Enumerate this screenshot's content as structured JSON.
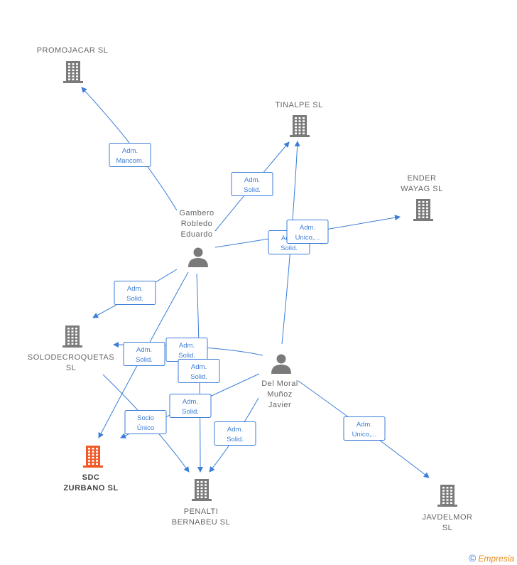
{
  "colors": {
    "edge": "#3b7dd8",
    "company": "#7a7a7a",
    "highlight": "#f05a28",
    "person": "#7a7a7a"
  },
  "nodes": [
    {
      "id": "promojacar",
      "type": "company",
      "label": [
        "PROMOJACAR SL"
      ]
    },
    {
      "id": "tinalpe",
      "type": "company",
      "label": [
        "TINALPE  SL"
      ]
    },
    {
      "id": "ender",
      "type": "company",
      "label": [
        "ENDER",
        "WAYAG  SL"
      ]
    },
    {
      "id": "gambero",
      "type": "person",
      "label": [
        "Gambero",
        "Robledo",
        "Eduardo"
      ]
    },
    {
      "id": "solodecroquetas",
      "type": "company",
      "label": [
        "SOLODECROQUETAS",
        "SL"
      ]
    },
    {
      "id": "delmoral",
      "type": "person",
      "label": [
        "Del Moral",
        "Muñoz",
        "Javier"
      ]
    },
    {
      "id": "sdc",
      "type": "company",
      "highlight": true,
      "label": [
        "SDC",
        "ZURBANO  SL"
      ]
    },
    {
      "id": "penalti",
      "type": "company",
      "label": [
        "PENALTI",
        "BERNABEU  SL"
      ]
    },
    {
      "id": "javdelmor",
      "type": "company",
      "label": [
        "JAVDELMOR",
        "SL"
      ]
    }
  ],
  "edges": [
    {
      "from": "gambero",
      "to": "promojacar",
      "label": [
        "Adm.",
        "Mancom."
      ]
    },
    {
      "from": "gambero",
      "to": "tinalpe",
      "label": [
        "Adm.",
        "Solid."
      ]
    },
    {
      "from": "gambero",
      "to": "ender",
      "label": [
        "Adm.",
        "Solid."
      ]
    },
    {
      "from": "delmoral",
      "to": "tinalpe",
      "label": [
        "Adm.",
        "Unico,..."
      ]
    },
    {
      "from": "gambero",
      "to": "solodecroquetas",
      "label": [
        "Adm.",
        "Solid."
      ]
    },
    {
      "from": "gambero",
      "to": "sdc",
      "label": [
        "Adm.",
        "Solid."
      ]
    },
    {
      "from": "delmoral",
      "to": "solodecroquetas",
      "label": [
        "Adm.",
        "Solid."
      ]
    },
    {
      "from": "gambero",
      "to": "penalti",
      "label": [
        "Adm.",
        "Solid."
      ]
    },
    {
      "from": "delmoral",
      "to": "sdc",
      "label": [
        "Adm.",
        "Solid."
      ]
    },
    {
      "from": "solodecroquetas",
      "to": "penalti",
      "label": [
        "Socio",
        "Único"
      ]
    },
    {
      "from": "delmoral",
      "to": "penalti",
      "label": [
        "Adm.",
        "Solid."
      ]
    },
    {
      "from": "delmoral",
      "to": "javdelmor",
      "label": [
        "Adm.",
        "Unico,..."
      ]
    }
  ],
  "footer": {
    "copyright": "©",
    "brand": "Empresia"
  }
}
